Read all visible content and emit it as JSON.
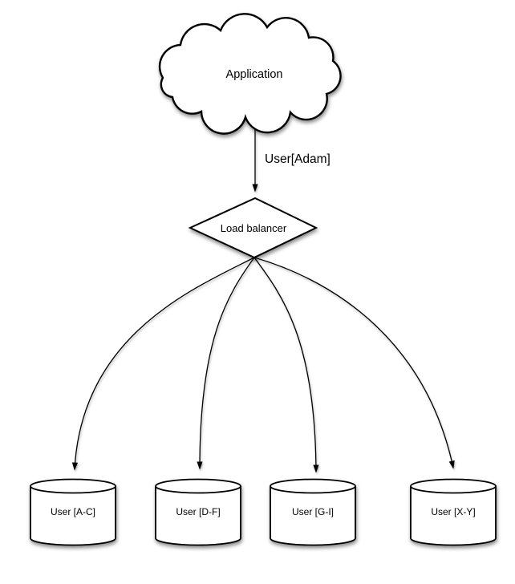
{
  "diagram": {
    "type": "flow-diagram",
    "colors": {
      "background": "#ffffff",
      "shape_fill": "#ffffff",
      "stroke": "#000000",
      "text": "#000000"
    },
    "nodes": {
      "application": {
        "label": "Application",
        "shape": "cloud"
      },
      "load_balancer": {
        "label": "Load balancer",
        "shape": "diamond"
      },
      "shards": [
        {
          "label": "User [A-C]",
          "shape": "cylinder"
        },
        {
          "label": "User [D-F]",
          "shape": "cylinder"
        },
        {
          "label": "User [G-I]",
          "shape": "cylinder"
        },
        {
          "label": "User [X-Y]",
          "shape": "cylinder"
        }
      ]
    },
    "edges": {
      "app_to_lb": {
        "label": "User[Adam]"
      }
    }
  }
}
